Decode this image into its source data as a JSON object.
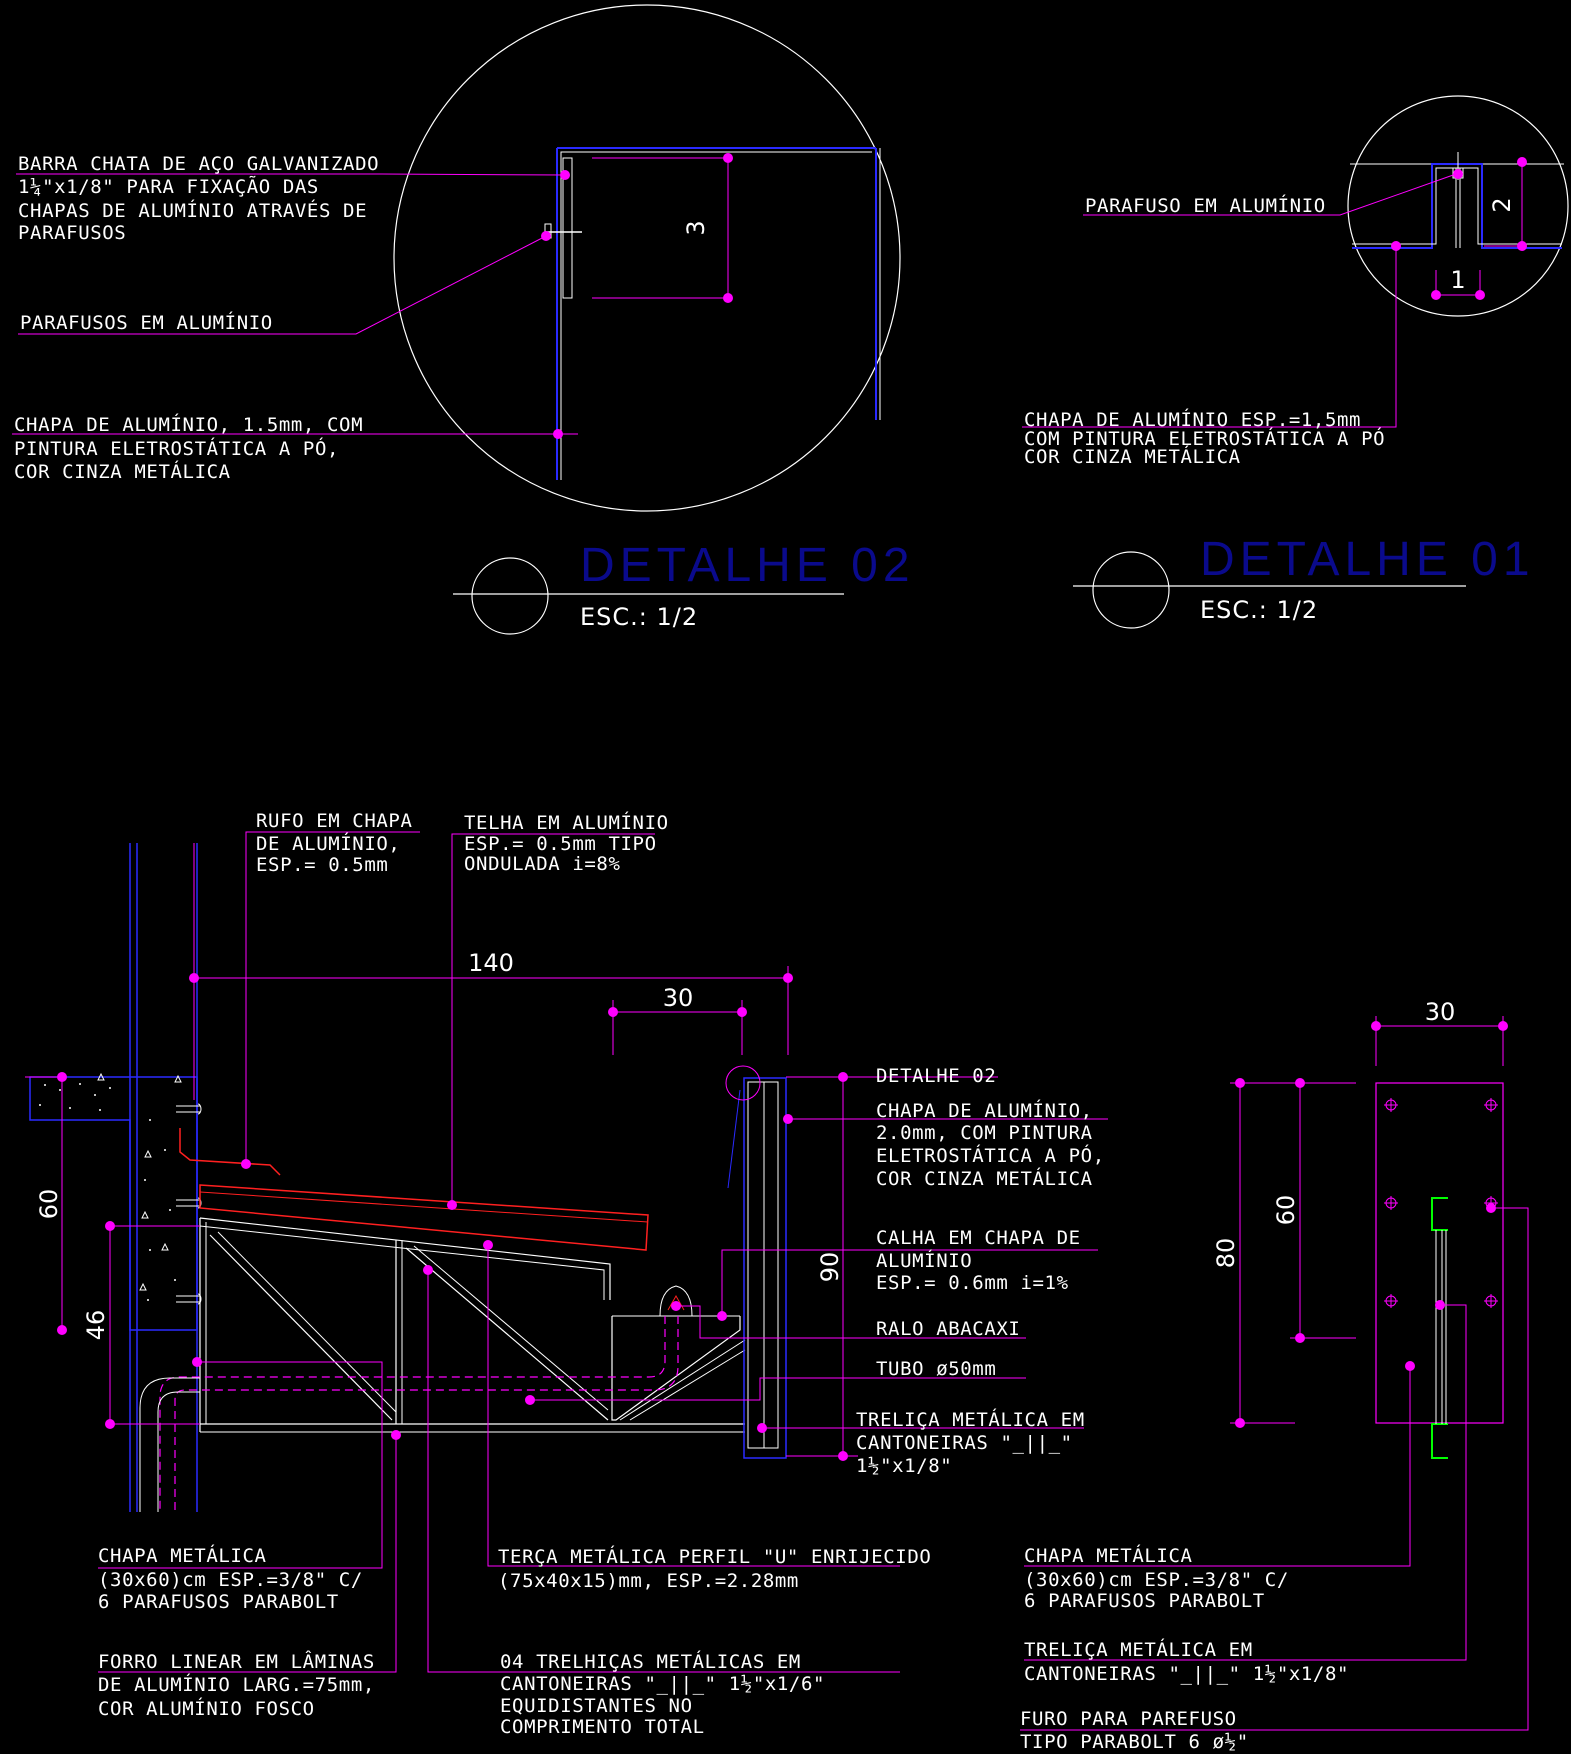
{
  "colors": {
    "background": "#000000",
    "text": "#ffffff",
    "leader": "#ff00ff",
    "outline": "#ffffff",
    "blue": "#2a2aff",
    "red": "#ff2020",
    "green": "#00ff00",
    "title": "#0a0a8c"
  },
  "detail02": {
    "title": "DETALHE 02",
    "scale": "ESC.: 1/2",
    "dim_3": "3",
    "label_barra": [
      "BARRA CHATA DE AÇO GALVANIZADO",
      "1¼\"x1/8\" PARA FIXAÇÃO DAS",
      "CHAPAS DE ALUMÍNIO ATRAVÉS DE",
      "PARAFUSOS"
    ],
    "label_parafusos": "PARAFUSOS EM ALUMÍNIO",
    "label_chapa": [
      "CHAPA DE ALUMÍNIO, 1.5mm, COM",
      "PINTURA ELETROSTÁTICA A PÓ,",
      "COR CINZA METÁLICA"
    ]
  },
  "detail01": {
    "title": "DETALHE 01",
    "scale": "ESC.: 1/2",
    "dim_2": "2",
    "dim_1": "1",
    "label_parafuso": "PARAFUSO EM ALUMÍNIO",
    "label_chapa": [
      "CHAPA DE ALUMÍNIO ESP.=1,5mm",
      "COM PINTURA ELETROSTÁTICA A PÓ",
      "COR CINZA METÁLICA"
    ]
  },
  "section": {
    "dims": {
      "d140": "140",
      "d30": "30",
      "d60": "60",
      "d46": "46",
      "d90": "90"
    },
    "label_rufo": [
      "RUFO EM CHAPA",
      "DE ALUMÍNIO,",
      "ESP.= 0.5mm"
    ],
    "label_telha": [
      "TELHA EM ALUMÍNIO",
      "ESP.= 0.5mm TIPO",
      "ONDULADA i=8%"
    ],
    "label_detalhe02": "DETALHE 02",
    "label_chapa_aluminio": [
      "CHAPA DE ALUMÍNIO,",
      "2.0mm, COM PINTURA",
      "ELETROSTÁTICA A PÓ,",
      "COR CINZA METÁLICA"
    ],
    "label_calha": [
      "CALHA EM CHAPA DE",
      "ALUMÍNIO",
      "ESP.= 0.6mm i=1%"
    ],
    "label_ralo": "RALO ABACAXI",
    "label_tubo": "TUBO ø50mm",
    "label_trelica": [
      "TRELIÇA METÁLICA EM",
      "CANTONEIRAS \"_||_\"",
      "1½\"x1/8\""
    ],
    "label_chapa_metalica": [
      "CHAPA METÁLICA",
      "(30x60)cm ESP.=3/8\" C/",
      "6 PARAFUSOS PARABOLT"
    ],
    "label_terca": [
      "TERÇA METÁLICA PERFIL \"U\" ENRIJECIDO",
      "(75x40x15)mm, ESP.=2.28mm"
    ],
    "label_forro": [
      "FORRO LINEAR EM LÂMINAS",
      "DE ALUMÍNIO LARG.=75mm,",
      "COR ALUMÍNIO FOSCO"
    ],
    "label_trelicas04": [
      "04 TRELHIÇAS METÁLICAS EM",
      "CANTONEIRAS \"_||_\" 1½\"x1/6\"",
      "EQUIDISTANTES NO",
      "COMPRIMENTO TOTAL"
    ]
  },
  "plate": {
    "dims": {
      "d30": "30",
      "d80": "80",
      "d60": "60"
    },
    "label_chapa_metalica": [
      "CHAPA METÁLICA",
      "(30x60)cm ESP.=3/8\" C/",
      "6 PARAFUSOS PARABOLT"
    ],
    "label_trelica": [
      "TRELIÇA METÁLICA EM",
      "CANTONEIRAS \"_||_\" 1½\"x1/8\""
    ],
    "label_furo": [
      "FURO PARA PAREFUSO",
      "TIPO PARABOLT 6 ø½\""
    ]
  }
}
